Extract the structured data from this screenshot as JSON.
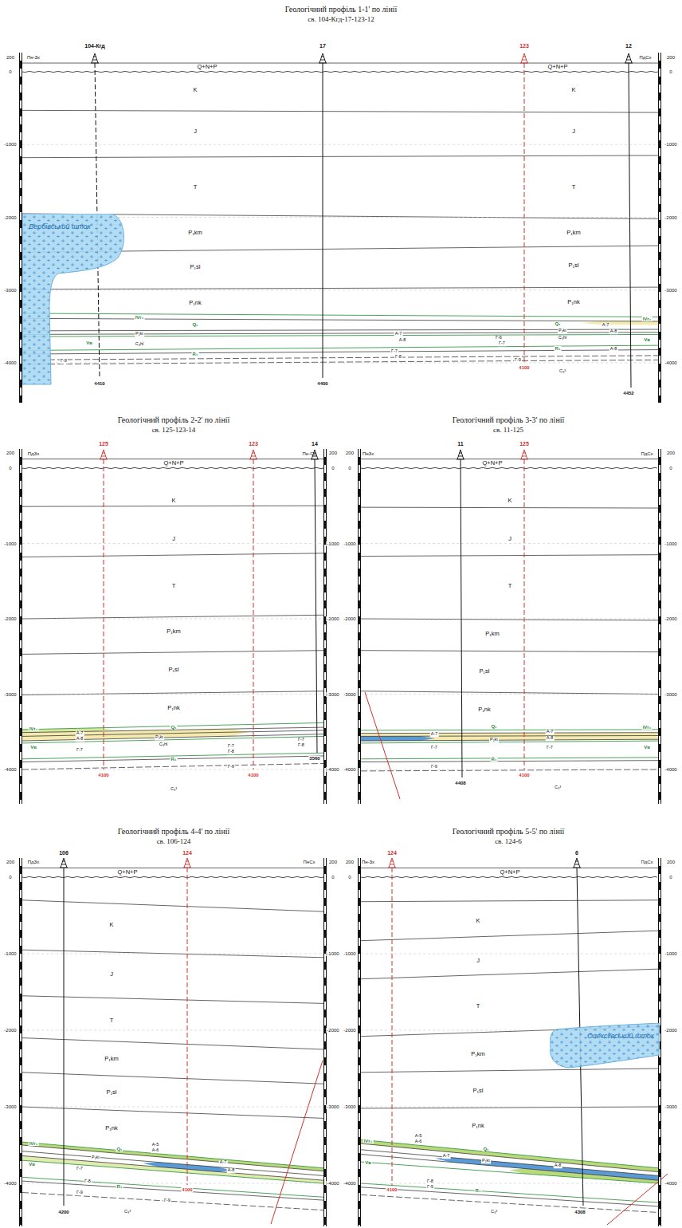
{
  "diagram": {
    "nodes": [
      {
        "text": [
          "Вербівський шток"
        ]
      },
      {
        "text": [
          "Олексіївський шток"
        ]
      }
    ],
    "labels": [
      "Геологічний профіль 1-1' по лінії",
      "св. 104-Кгд-17-123-12",
      "Пн-Зх",
      "ПдСх",
      "104-Кгд",
      "17",
      "123",
      "12",
      "Q+N+P",
      "Q+N+P",
      "K",
      "K",
      "J",
      "J",
      "T",
      "T",
      "P₁km",
      "P₁km",
      "P₁sl",
      "P₁sl",
      "P₁nk",
      "P₁nk",
      "IVг₁",
      "Q₁",
      "А-7",
      "А-8",
      "P₁kt",
      "Vв",
      "C₃hl",
      "R₁",
      "Г-7",
      "Г-8",
      "Г-9",
      "Г-6",
      "Г-7",
      "IVг₁",
      "Q₁",
      "А-7",
      "P₁kt",
      "А-8",
      "C₃hl",
      "Vв",
      "R₁",
      "А-8",
      "Г-9",
      "4100",
      "C₃³",
      "4410",
      "4400",
      "4452",
      "200",
      "0",
      "-1000",
      "-2000",
      "-3000",
      "-4000",
      "200",
      "0",
      "-1000",
      "-2000",
      "-3000",
      "-4000",
      "Геологічний профіль 2-2' по лінії",
      "св. 125-123-14",
      "ПдЗх",
      "Пн-Сх",
      "125",
      "123",
      "14",
      "Q+N+P",
      "K",
      "J",
      "T",
      "P₁km",
      "P₁sl",
      "P₁nk",
      "IVг₁",
      "Q₁",
      "А-7",
      "P₁kt",
      "А-8",
      "Vв",
      "Г-7",
      "C₃hl",
      "Г-7",
      "Г-8",
      "Г-7",
      "Г-8",
      "3560",
      "R₁",
      "Г-9",
      "4100",
      "4100",
      "C₃³",
      "200",
      "0",
      "-1000",
      "-2000",
      "-3000",
      "-4000",
      "200",
      "0",
      "-1000",
      "-2000",
      "-3000",
      "-4000",
      "Геологічний профіль 3-3' по лінії",
      "св. 11-125",
      "ПнЗх",
      "ПдСх",
      "11",
      "125",
      "Q+N+P",
      "K",
      "J",
      "T",
      "P₁km",
      "P₁sl",
      "P₁nk",
      "Q₁",
      "IVг₁",
      "А-7",
      "А-7",
      "P₁kt",
      "А-8",
      "Vв",
      "Г-7",
      "Г-7",
      "R₁",
      "Г-9",
      "4100",
      "4408",
      "C₃³",
      "200",
      "0",
      "-1000",
      "-2000",
      "-3000",
      "-4000",
      "200",
      "0",
      "-1000",
      "-2000",
      "-3000",
      "-4000",
      "Геологічний профіль 4-4' по лінії",
      "св. 106-124",
      "ПдЗх",
      "ПнСх",
      "106",
      "124",
      "Q+N+P",
      "K",
      "J",
      "T",
      "P₁km",
      "P₁sl",
      "P₁nk",
      "IVг₁",
      "Q₁",
      "А-5",
      "А-6",
      "P₁kt",
      "Vв",
      "Г-7",
      "А-7",
      "А-8",
      "R₁",
      "Г-8",
      "Г-9",
      "Г-9",
      "4200",
      "4100",
      "C₃³",
      "200",
      "0",
      "-1000",
      "-2000",
      "-3000",
      "-4000",
      "200",
      "0",
      "-1000",
      "-2000",
      "-3000",
      "-4000",
      "Геологічний профіль 5-5' по лінії",
      "св. 124-6",
      "Пн-Зх",
      "ПдСх",
      "124",
      "6",
      "Q+N+P",
      "K",
      "J",
      "T",
      "P₁km",
      "P₁sl",
      "P₁nk",
      "IVг₁",
      "А-5",
      "А-6",
      "Q₁",
      "Vв",
      "P₁kt",
      "А-7",
      "А-8",
      "R₁",
      "Г-8",
      "Г-9",
      "4100",
      "4308",
      "C₃³",
      "200",
      "0",
      "-1000",
      "-2000",
      "-3000",
      "-4000",
      "200",
      "0",
      "-1000",
      "-2000",
      "-3000",
      "-4000"
    ]
  }
}
